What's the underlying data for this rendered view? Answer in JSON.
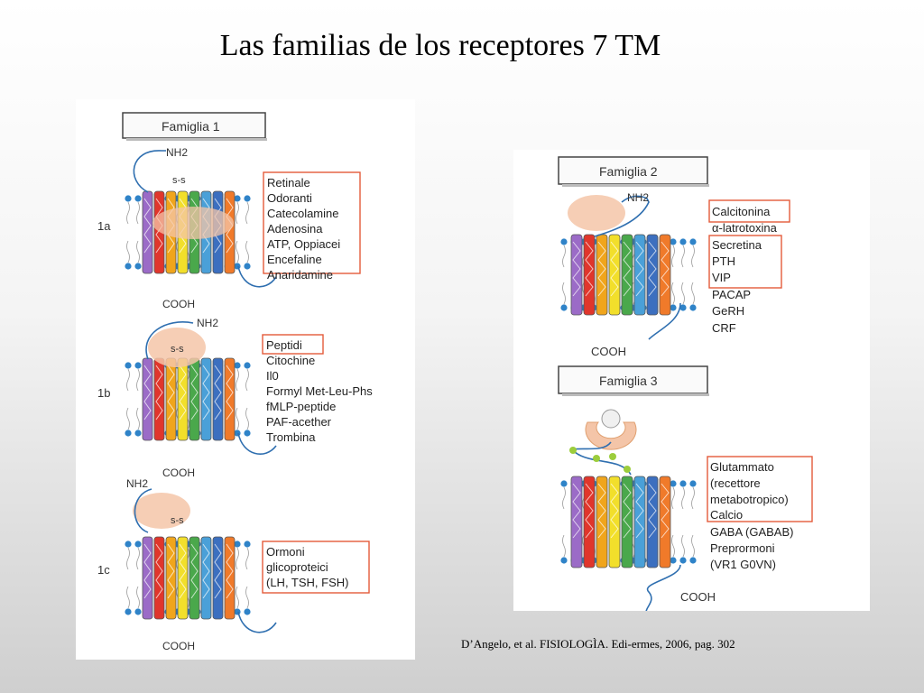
{
  "title": "Las familias de los receptores 7 TM",
  "citation": "D’Angelo, et al. FISIOLOGÌA. Edi-ermes, 2006, pag. 302",
  "colors": {
    "helix": [
      "#9b6bc7",
      "#e0362c",
      "#f0a51c",
      "#f2df2b",
      "#4aa84b",
      "#4aa0d8",
      "#3c6fbf",
      "#f07a2a"
    ],
    "lipid_head": "#2f83c8",
    "ligand_oval": "#f4c5a8",
    "highlight_box": "#e35a3a"
  },
  "left_panel": {
    "family1": {
      "label": "Famiglia 1",
      "variants": [
        {
          "id": "1a",
          "nh2": "NH2",
          "ss": "s-s",
          "cooh": "COOH",
          "ligands": [
            "Retinale",
            "Odoranti",
            "Catecolamine",
            "Adenosina",
            "ATP, Oppiacei",
            "Encefaline",
            "Anaridamine"
          ]
        },
        {
          "id": "1b",
          "nh2": "NH2",
          "ss": "s-s",
          "cooh": "COOH",
          "ligands": [
            "Peptidi",
            "Citochine",
            "Il0",
            "Formyl Met-Leu-Phs",
            "fMLP-peptide",
            "PAF-acether",
            "Trombina"
          ]
        },
        {
          "id": "1c",
          "nh2": "NH2",
          "ss": "s-s",
          "cooh": "COOH",
          "ligands": [
            "Ormoni",
            "glicoproteici",
            "(LH, TSH, FSH)"
          ]
        }
      ]
    }
  },
  "right_panel": {
    "family2": {
      "label": "Famiglia 2",
      "nh2": "NH2",
      "cooh": "COOH",
      "ligands": [
        "Calcitonina",
        "α-latrotoxina",
        "Secretina",
        "PTH",
        "VIP",
        "PACAP",
        "GeRH",
        "CRF"
      ]
    },
    "family3": {
      "label": "Famiglia 3",
      "cooh": "COOH",
      "ligands": [
        "Glutammato",
        "(recettore",
        "metabotropico)",
        "Calcio",
        "GABA (GABAB)",
        "Preprormoni",
        "(VR1 G0VN)"
      ]
    }
  }
}
